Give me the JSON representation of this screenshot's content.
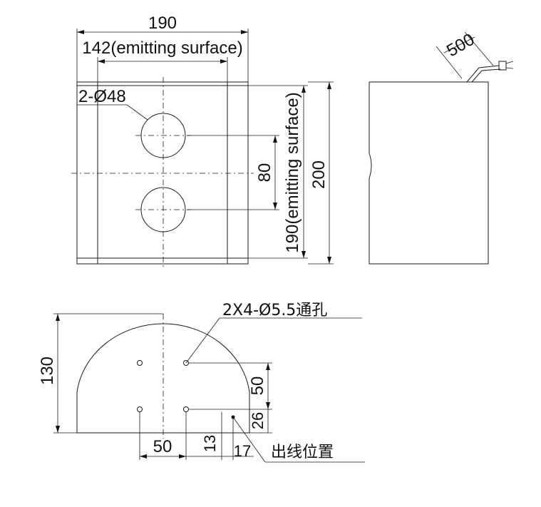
{
  "front_view": {
    "width_label": "190",
    "emitting_width_label": "142(emitting surface)",
    "holes_label": "2-Ø48",
    "hole_spacing_label": "80",
    "emitting_height_label": "190(emitting surface)",
    "height_label": "200"
  },
  "side_view": {
    "cable_length_label": "500"
  },
  "base_view": {
    "mount_holes_label": "2X4-Ø5.5通孔",
    "height_label": "130",
    "hole_pitch_v_label": "50",
    "hole_offset_v_label": "26",
    "hole_pitch_h_label": "50",
    "hole_offset_h_label": "13",
    "cable_offset_label": "17",
    "cable_position_label": "出线位置"
  }
}
